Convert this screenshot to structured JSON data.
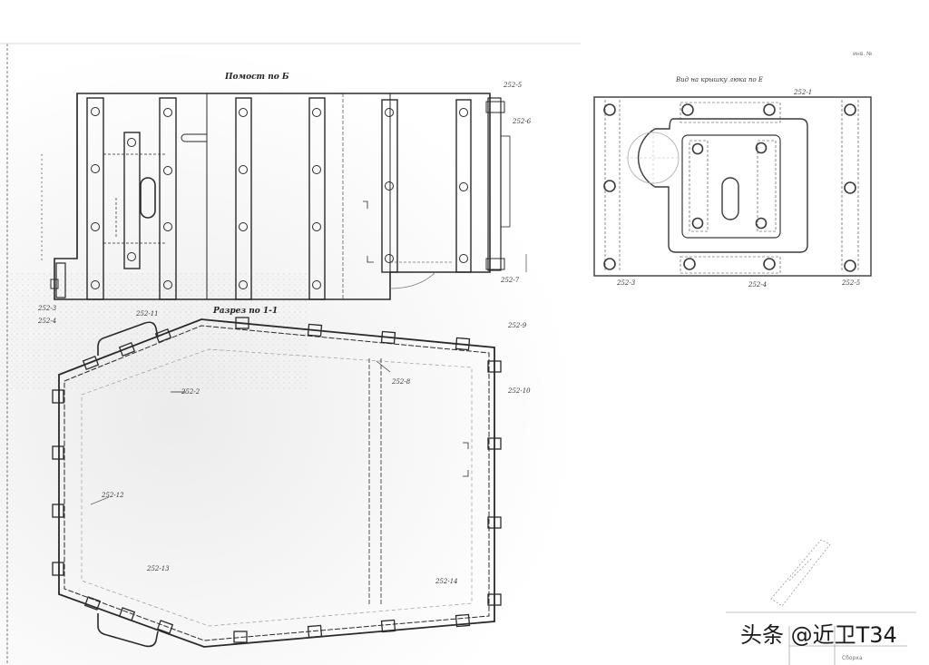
{
  "drawing": {
    "views": [
      {
        "id": "plan_view",
        "title": "Помост (вид сверху) ",
        "title_visible": "Помост по Б"
      },
      {
        "id": "section_view",
        "title": "Разрез по 1-1"
      },
      {
        "id": "hatch_detail",
        "title": "Вид на крышку люка по Е"
      }
    ],
    "corner_stamp": "инв. №",
    "title_block_text": "Сборка",
    "watermark": "头条 @近卫T34"
  },
  "labels": {
    "plan_left_1": "252-3",
    "plan_left_2": "252-4",
    "plan_right_top": "252-5",
    "plan_right_mid": "252-6",
    "plan_right_bot": "252-7",
    "plan_bottom_mid": "252-11",
    "section_1": "252-2",
    "section_2": "252-8",
    "section_3": "252-9",
    "section_4": "252-10",
    "section_5": "252-12",
    "section_6": "252-13",
    "section_7": "252-14",
    "hatch_top": "252-1",
    "hatch_bl": "252-3",
    "hatch_bm": "252-4",
    "hatch_br": "252-5"
  },
  "colors": {
    "ink": "#2a2a2a",
    "faint_ink": "#8a8a8a",
    "paper": "#ffffff",
    "smudge": "#bdbdbd"
  }
}
